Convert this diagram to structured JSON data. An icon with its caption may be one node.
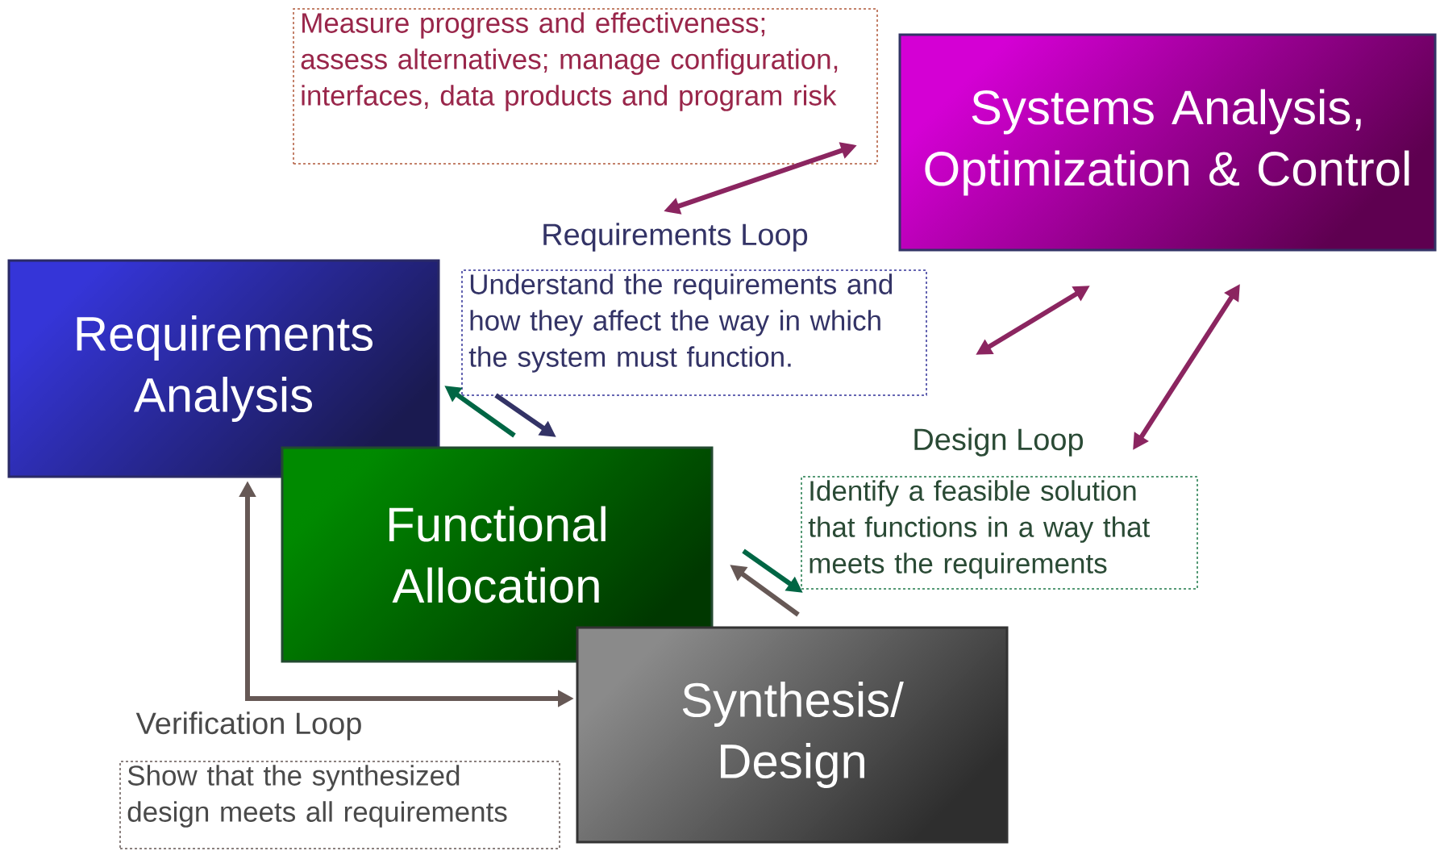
{
  "diagram": {
    "nodes": [
      {
        "text": [
          "Requirements Analysis"
        ]
      },
      {
        "text": [
          "Functional Allocation"
        ]
      },
      {
        "text": [
          "Synthesis/ Design"
        ]
      },
      {
        "text": [
          "Systems Analysis, Optimization & Control"
        ]
      },
      {
        "text": [
          "Measure progress and effectiveness; assess alternatives; manage configuration, interfaces, data products and program risk"
        ]
      },
      {
        "text": [
          "Requirements Loop",
          "Understand the requirements and how they affect the way in which the system must function."
        ]
      },
      {
        "text": [
          "Design Loop",
          "Identify a feasible solution that functions in a way that meets the requirements"
        ]
      },
      {
        "text": [
          "Verification Loop",
          "Show that the synthesized design meets all requirements"
        ]
      }
    ],
    "edges": [
      {
        "from": 5,
        "to": 4,
        "arrow": "both",
        "color": "#8b2560"
      },
      {
        "from": 5,
        "to": 3,
        "arrow": "both",
        "color": "#8b2560"
      },
      {
        "from": 6,
        "to": 3,
        "arrow": "both",
        "color": "#8b2560"
      },
      {
        "from": 1,
        "to": 0,
        "arrow": "to",
        "color": "#006644"
      },
      {
        "from": 5,
        "to": 1,
        "arrow": "to",
        "color": "#333366"
      },
      {
        "from": 1,
        "to": 6,
        "arrow": "to",
        "color": "#006644"
      },
      {
        "from": 2,
        "to": 1,
        "arrow": "to",
        "color": "#665855"
      },
      {
        "from": 0,
        "to": 2,
        "arrow": "both",
        "color": "#665855"
      }
    ]
  }
}
